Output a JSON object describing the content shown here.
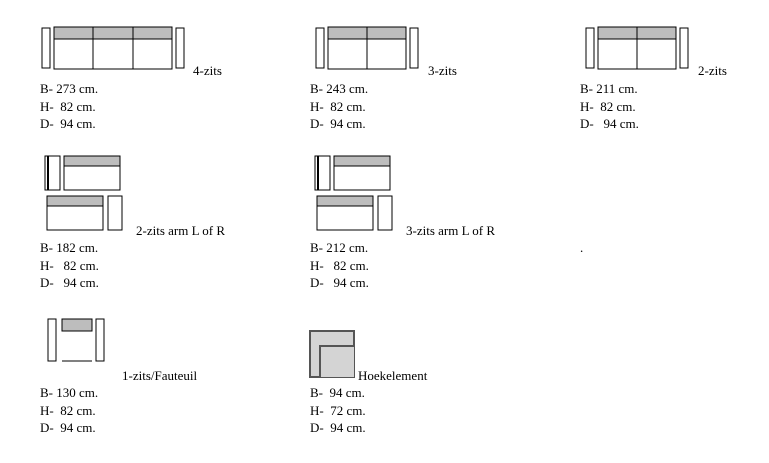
{
  "items": [
    {
      "id": "4zits",
      "name": "4-zits",
      "icon": "sofa-4-seat-icon",
      "dims": [
        "B- 273 cm.",
        "H-  82 cm.",
        "D-  94 cm."
      ]
    },
    {
      "id": "3zits",
      "name": "3-zits",
      "icon": "sofa-3-seat-icon",
      "dims": [
        "B- 243 cm.",
        "H-  82 cm.",
        "D-  94 cm."
      ]
    },
    {
      "id": "2zits",
      "name": "2-zits",
      "icon": "sofa-2-seat-icon",
      "dims": [
        "B- 211 cm.",
        "H-  82 cm.",
        "D-   94 cm."
      ]
    },
    {
      "id": "2zitsarm",
      "name": "2-zits arm L of R",
      "icon": "sofa-2-seat-arm-icon",
      "dims": [
        "B- 182 cm.",
        "H-   82 cm.",
        "D-   94 cm."
      ]
    },
    {
      "id": "3zitsarm",
      "name": "3-zits arm L of R",
      "icon": "sofa-3-seat-arm-icon",
      "dims": [
        "B- 212 cm.",
        "H-   82 cm.",
        "D-   94 cm."
      ]
    },
    {
      "id": "1zits",
      "name": "1-zits/Fauteuil",
      "icon": "armchair-icon",
      "dims": [
        "B- 130 cm.",
        "H-  82 cm.",
        "D-  94 cm."
      ]
    },
    {
      "id": "hoek",
      "name": "Hoekelement",
      "icon": "corner-element-icon",
      "dims": [
        "B-  94 cm.",
        "H-  72 cm.",
        "D-  94 cm."
      ]
    }
  ],
  "stray_mark": ".",
  "colors": {
    "backrest": "#bdbdbd",
    "corner_fill": "#d4d4d4",
    "line": "#000000"
  }
}
